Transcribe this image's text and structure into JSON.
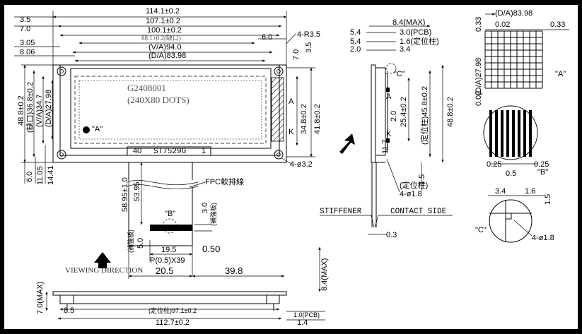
{
  "front_view": {
    "dims_top": [
      "114.1±0.2",
      "107.1±0.2",
      "100.1±0.2",
      "88.1±0.2(缺口)",
      "(V/A)94.0",
      "(D/A)83.98"
    ],
    "left_small": [
      "3.5",
      "7.0",
      "3.05",
      "8.06"
    ],
    "right_small": [
      "6.0",
      "4-R3.5",
      "3.5",
      "7.0"
    ],
    "left_vert": [
      "48.8±0.2",
      "(缺口)36.8±0.2",
      "(V/A)34.7",
      "(D/A)27.98"
    ],
    "bottom_left_vert": [
      "6.0",
      "11.05",
      "14.41"
    ],
    "right_vert": [
      "34.8±0.2",
      "41.8±0.2"
    ],
    "label_a": "A",
    "label_k": "K",
    "hole_note": "4-ø3.2",
    "model": "G2408001",
    "dots": "(240X80 DOTS)",
    "detail_a": "\"A\"",
    "pin_left": "40",
    "pin_right": "1",
    "controller": "ST7529G"
  },
  "fpc": {
    "dims": [
      "58.95±1.0",
      "53.95",
      "3.0",
      "(補強板)",
      "5.0",
      "(補強板)",
      "19.5",
      "0.50",
      "P(0.5)X39"
    ],
    "label": "FPC軟排線",
    "detail_b": "\"B\"",
    "bottom_dims": [
      "20.5",
      "39.8"
    ],
    "viewing_direction": "VIEWING DIRECTION"
  },
  "bottom_view": {
    "left": "7.0(MAX)",
    "dims": [
      "8.5",
      "(定位柱)97.1±0.2",
      "1.0(PCB)",
      "112.7±0.2",
      "1.4"
    ]
  },
  "side_view": {
    "top_dims": [
      "8.4(MAX)",
      "5.4",
      "3.0(PCB)",
      "5.4",
      "1.6(定位柱)",
      "2.0",
      "3.4"
    ],
    "detail_c": "\"C\"",
    "vert_dims": [
      "(定位柱)45.8±0.2",
      "48.8±0.2",
      "25.4±0.2",
      "2.0",
      "11.7",
      "1.5"
    ],
    "label_a": "A",
    "label_k": "K",
    "pin_note": "(定位柱)",
    "pin_dia": "4-ø1.8",
    "stiffener": "STIFFENER",
    "contact_side": "CONTACT SIDE",
    "thickness": "0.3",
    "right_max": "8.4(MAX)"
  },
  "detail_a_view": {
    "top": "(D/A)83.98",
    "dims": [
      "0.02",
      "0.33",
      "0.33",
      "0.02"
    ],
    "left": "(D/A)27.98",
    "label": "\"A\""
  },
  "detail_b_view": {
    "dims": [
      "0.25",
      "0.25",
      "0.5"
    ],
    "label": "\"B\""
  },
  "detail_c_view": {
    "dims": [
      "3.4",
      "1.6",
      "1.5"
    ],
    "label": "\"C\"",
    "hole": "4-ø1.8"
  }
}
